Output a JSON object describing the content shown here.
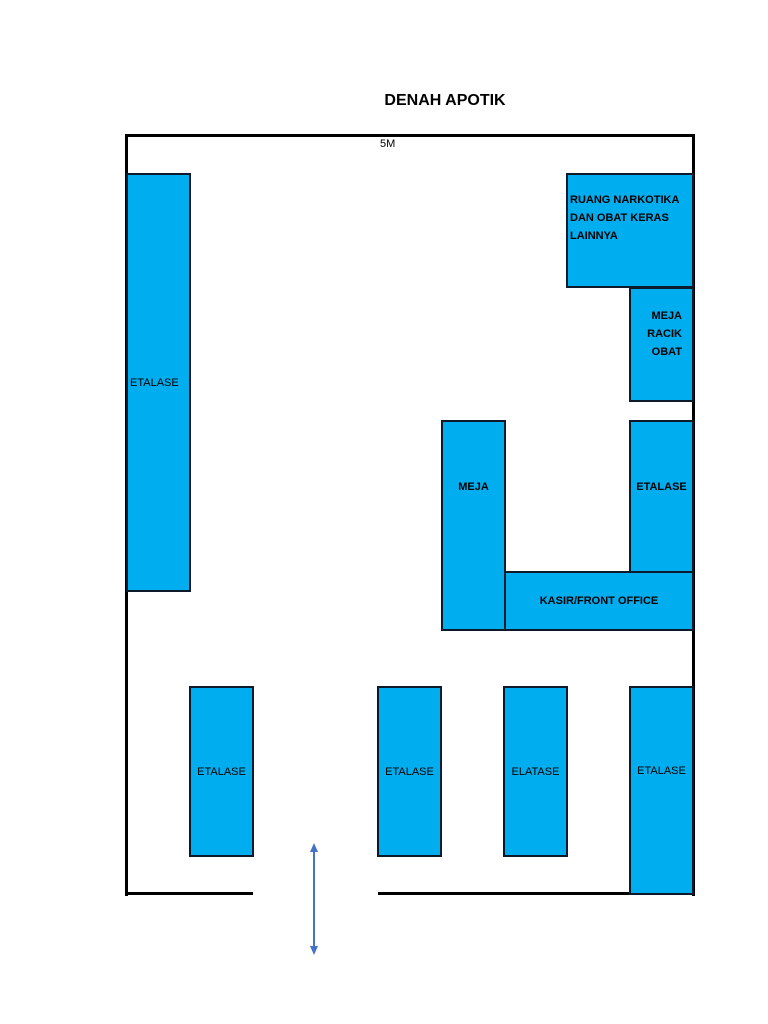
{
  "title": "DENAH APOTIK",
  "dimension_label": "5M",
  "rooms": {
    "etalase_left": "ETALASE",
    "ruang_narkotika": "RUANG NARKOTIKA\nDAN OBAT KERAS\nLAINNYA",
    "meja_racik": "MEJA\nRACIK\nOBAT",
    "meja": "MEJA",
    "etalase_mid_right": "ETALASE",
    "kasir": "KASIR/FRONT OFFICE",
    "etalase_bottom_1": "ETALASE",
    "etalase_bottom_2": "ETALASE",
    "elatase_bottom_3": "ELATASE",
    "etalase_bottom_4": "ETALASE"
  },
  "colors": {
    "fill": "#00aeef",
    "border": "#0d1a2b",
    "wall": "#000000",
    "arrow": "#4472c4"
  },
  "entrance_arrow_icon": "double-arrow-vertical-icon"
}
